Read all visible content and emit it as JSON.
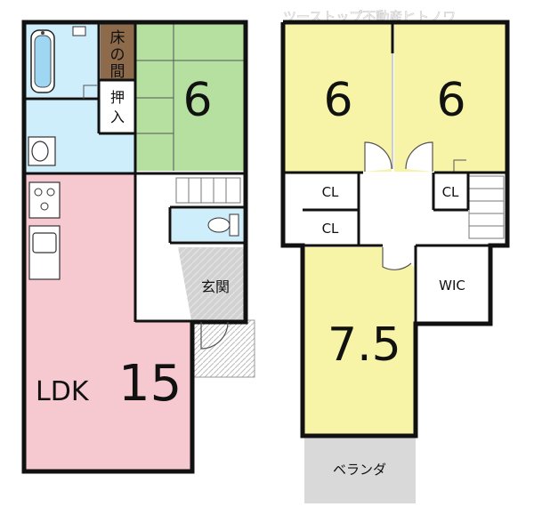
{
  "watermark": "ツーストップ不動産ヒトノワ",
  "floor1": {
    "washitsu": {
      "tatami": "6"
    },
    "tokonoma": "床の間",
    "oshiire": "押入",
    "genkan": "玄関",
    "ldk": {
      "label": "LDK",
      "tatami": "15"
    }
  },
  "floor2": {
    "room_left": "6",
    "room_right": "6",
    "room_bottom": "7.5",
    "cl_1": "CL",
    "cl_2": "CL",
    "cl_3": "CL",
    "wic": "WIC",
    "veranda": "ベランダ"
  },
  "colors": {
    "wall": "#111111",
    "washitsu": "#b5e0a0",
    "water": "#cdeefa",
    "ldk": "#f5c9cf",
    "room2": "#f7f4a8",
    "veranda": "#d9d9d9",
    "tokonoma": "#8c6a4a",
    "genkan": "#cfcfcf"
  },
  "icons": [
    "bathtub-icon",
    "washbasin-icon",
    "toilet-icon",
    "stove-icon",
    "sink-icon"
  ]
}
